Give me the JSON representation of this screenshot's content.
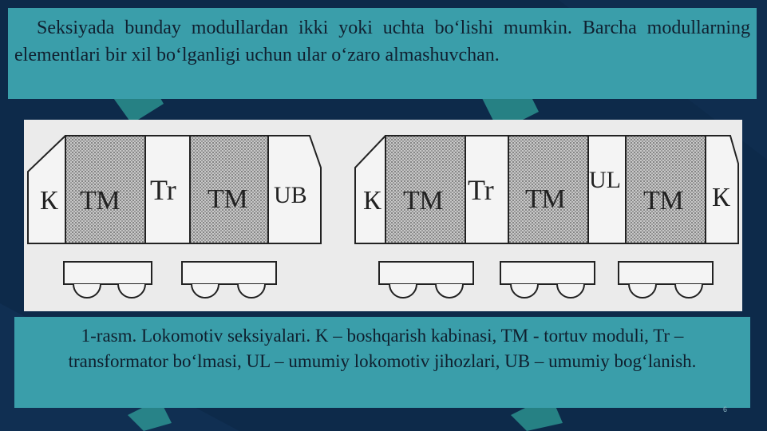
{
  "slide": {
    "paragraph": "Seksiyada bunday modullardan ikki yoki uchta bo‘lishi mumkin. Barcha modullarning elementlari bir xil bo‘lganligi uchun ular o‘zaro almashuvchan.",
    "caption": "1-rasm. Lokomotiv seksiyalari. K – boshqarish kabinasi, TM - tortuv moduli, Tr – transformator bo‘lmasi, UL – umumiy lokomotiv jihozlari, UB – umumiy bog‘lanish.",
    "page_number": "6"
  },
  "figure": {
    "left_section": [
      "К",
      "ТМ",
      "Tr",
      "ТМ",
      "UB"
    ],
    "right_section": [
      "К",
      "ТМ",
      "Tr",
      "ТМ",
      "UL",
      "ТМ",
      "К"
    ]
  },
  "colors": {
    "background": "#0d2a4a",
    "text_box": "#3a9eaa",
    "watermark": "#3cc9b4"
  }
}
